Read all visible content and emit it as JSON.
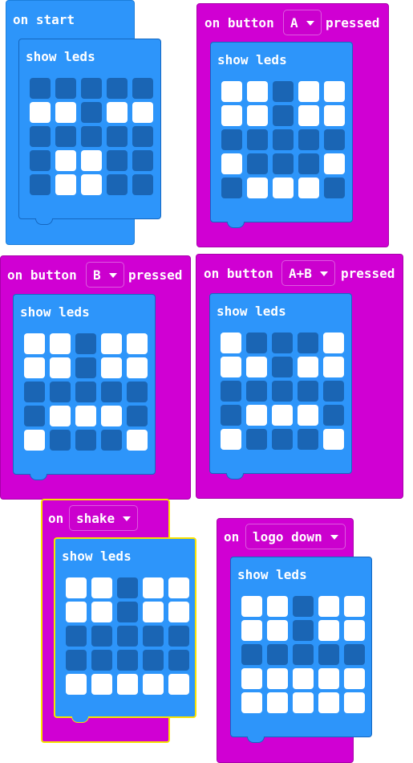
{
  "blocks": {
    "start": {
      "label": "on start",
      "show_leds": "show leds",
      "leds": [
        [
          0,
          0,
          0,
          0,
          0
        ],
        [
          1,
          1,
          0,
          1,
          1
        ],
        [
          0,
          0,
          0,
          0,
          0
        ],
        [
          0,
          1,
          1,
          0,
          0
        ],
        [
          0,
          1,
          1,
          0,
          0
        ]
      ]
    },
    "button_a": {
      "prefix": "on button",
      "option": "A",
      "suffix": "pressed",
      "show_leds": "show leds",
      "leds": [
        [
          1,
          1,
          0,
          1,
          1
        ],
        [
          1,
          1,
          0,
          1,
          1
        ],
        [
          0,
          0,
          0,
          0,
          0
        ],
        [
          1,
          0,
          0,
          0,
          1
        ],
        [
          0,
          1,
          1,
          1,
          0
        ]
      ]
    },
    "button_b": {
      "prefix": "on button",
      "option": "B",
      "suffix": "pressed",
      "show_leds": "show leds",
      "leds": [
        [
          1,
          1,
          0,
          1,
          1
        ],
        [
          1,
          1,
          0,
          1,
          1
        ],
        [
          0,
          0,
          0,
          0,
          0
        ],
        [
          0,
          1,
          1,
          1,
          0
        ],
        [
          1,
          0,
          0,
          0,
          1
        ]
      ]
    },
    "button_ab": {
      "prefix": "on button",
      "option": "A+B",
      "suffix": "pressed",
      "show_leds": "show leds",
      "leds": [
        [
          1,
          0,
          0,
          0,
          1
        ],
        [
          1,
          1,
          0,
          1,
          1
        ],
        [
          0,
          0,
          0,
          0,
          0
        ],
        [
          0,
          1,
          1,
          1,
          0
        ],
        [
          1,
          0,
          0,
          0,
          1
        ]
      ]
    },
    "shake": {
      "prefix": "on",
      "option": "shake",
      "show_leds": "show leds",
      "leds": [
        [
          1,
          1,
          0,
          1,
          1
        ],
        [
          1,
          1,
          0,
          1,
          1
        ],
        [
          0,
          0,
          0,
          0,
          0
        ],
        [
          0,
          0,
          0,
          0,
          0
        ],
        [
          1,
          1,
          1,
          1,
          1
        ]
      ]
    },
    "logo_down": {
      "prefix": "on",
      "option": "logo down",
      "show_leds": "show leds",
      "leds": [
        [
          1,
          1,
          0,
          1,
          1
        ],
        [
          1,
          1,
          0,
          1,
          1
        ],
        [
          0,
          0,
          0,
          0,
          0
        ],
        [
          1,
          1,
          1,
          1,
          1
        ],
        [
          1,
          1,
          1,
          1,
          1
        ]
      ]
    }
  },
  "colors": {
    "basic_blue": "#2d95fa",
    "input_magenta": "#d000d3",
    "led_off": "#1a65b4",
    "led_on": "#ffffff",
    "selection_highlight": "#f7e200"
  }
}
